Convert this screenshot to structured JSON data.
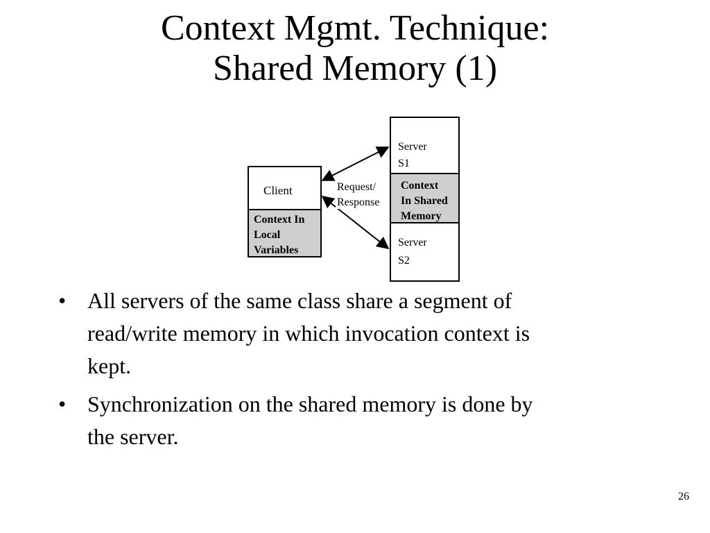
{
  "slide": {
    "title_line1": "Context Mgmt. Technique:",
    "title_line2": "Shared Memory (1)",
    "page_number": "26"
  },
  "diagram": {
    "client_label": "Client",
    "client_context_line1": "Context In",
    "client_context_line2": "Local",
    "client_context_line3": "Variables",
    "request_line1": "Request/",
    "request_line2": "Response",
    "server1_line1": "Server",
    "server1_line2": "S1",
    "shared_line1": "Context",
    "shared_line2": "In Shared",
    "shared_line3": "Memory",
    "server2_line1": "Server",
    "server2_line2": "S2"
  },
  "bullets": [
    {
      "line1": "All servers of the same class share a segment of",
      "line2": "read/write memory in which invocation context is",
      "line3": "kept."
    },
    {
      "line1": "Synchronization on the shared memory is done by",
      "line2": "the server."
    }
  ],
  "colors": {
    "shaded_box": "#cfcfcf",
    "line": "#000000"
  }
}
